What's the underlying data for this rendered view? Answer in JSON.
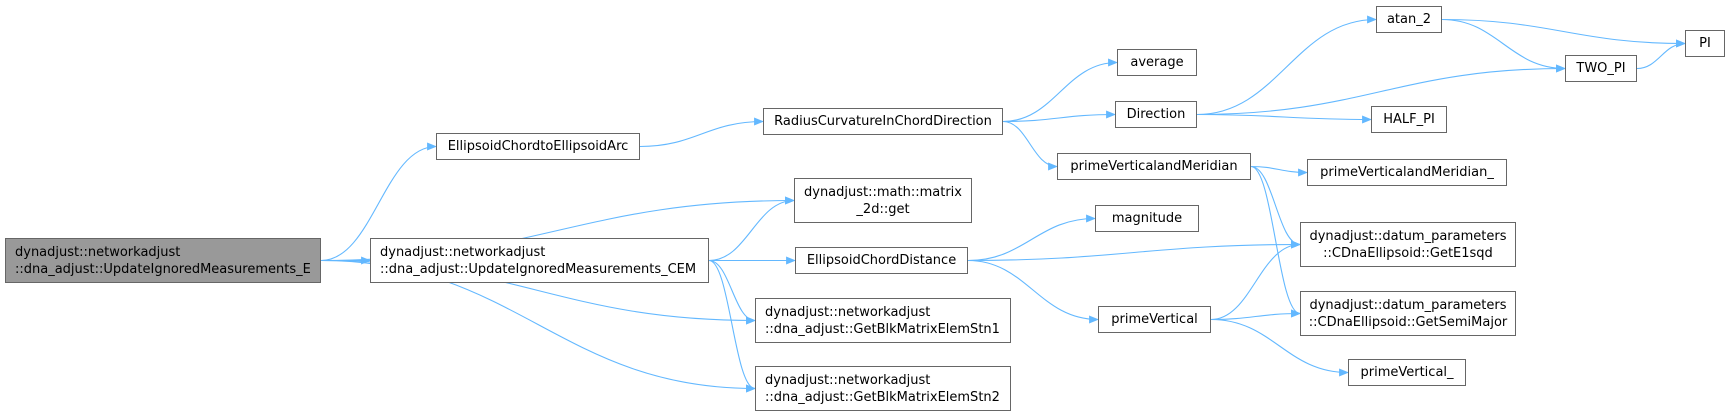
{
  "colors": {
    "edge": "#63b8ff",
    "node_border": "#666666",
    "root_fill": "#999999",
    "node_fill": "#ffffff"
  },
  "nodes": {
    "root": "dynadjust::networkadjust\n::dna_adjust::UpdateIgnoredMeasurements_E",
    "arc": "EllipsoidChordtoEllipsoidArc",
    "matrix_get": "dynadjust::math::matrix\n_2d::get",
    "cem": "dynadjust::networkadjust\n::dna_adjust::UpdateIgnoredMeasurements_CEM",
    "stn1": "dynadjust::networkadjust\n::dna_adjust::GetBlkMatrixElemStn1",
    "stn2": "dynadjust::networkadjust\n::dna_adjust::GetBlkMatrixElemStn2",
    "radius": "RadiusCurvatureInChordDirection",
    "chord_dist": "EllipsoidChordDistance",
    "average": "average",
    "direction": "Direction",
    "pvm": "primeVerticalandMeridian",
    "magnitude": "magnitude",
    "prime_vertical": "primeVertical",
    "atan2": "atan_2",
    "two_pi": "TWO_PI",
    "pi": "PI",
    "half_pi": "HALF_PI",
    "pvm_": "primeVerticalandMeridian_",
    "e1sqd": "dynadjust::datum_parameters\n::CDnaEllipsoid::GetE1sqd",
    "semimajor": "dynadjust::datum_parameters\n::CDnaEllipsoid::GetSemiMajor",
    "pv_": "primeVertical_"
  },
  "edges": [
    [
      "root",
      "arc"
    ],
    [
      "root",
      "matrix_get"
    ],
    [
      "root",
      "cem"
    ],
    [
      "root",
      "stn1"
    ],
    [
      "root",
      "stn2"
    ],
    [
      "arc",
      "radius"
    ],
    [
      "cem",
      "matrix_get"
    ],
    [
      "cem",
      "chord_dist"
    ],
    [
      "cem",
      "stn1"
    ],
    [
      "cem",
      "stn2"
    ],
    [
      "radius",
      "average"
    ],
    [
      "radius",
      "direction"
    ],
    [
      "radius",
      "pvm"
    ],
    [
      "direction",
      "atan2"
    ],
    [
      "direction",
      "two_pi"
    ],
    [
      "direction",
      "half_pi"
    ],
    [
      "atan2",
      "pi"
    ],
    [
      "atan2",
      "two_pi"
    ],
    [
      "two_pi",
      "pi"
    ],
    [
      "pvm",
      "pvm_"
    ],
    [
      "pvm",
      "e1sqd"
    ],
    [
      "pvm",
      "semimajor"
    ],
    [
      "chord_dist",
      "magnitude"
    ],
    [
      "chord_dist",
      "e1sqd"
    ],
    [
      "chord_dist",
      "prime_vertical"
    ],
    [
      "prime_vertical",
      "e1sqd"
    ],
    [
      "prime_vertical",
      "semimajor"
    ],
    [
      "prime_vertical",
      "pv_"
    ]
  ]
}
